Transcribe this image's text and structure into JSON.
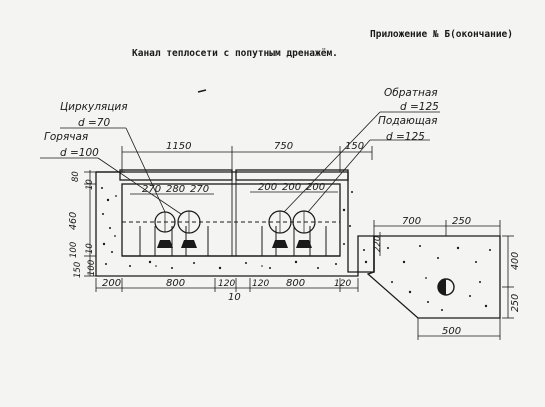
{
  "header": {
    "appendix": "Приложение № Б(окончание)",
    "title": "Канал теплосети с попутным дренажём."
  },
  "labels": {
    "circulation": "Циркуляция",
    "circulation_d": "d =70",
    "hot": "Горячая",
    "hot_d": "d =100",
    "return": "Обратная",
    "return_d": "d =125",
    "supply": "Подающая",
    "supply_d": "d =125"
  },
  "dims": {
    "top_1150": "1150",
    "top_750": "750",
    "top_150": "150",
    "p270a": "270",
    "p280": "280",
    "p270b": "270",
    "p200a": "200",
    "p200b": "200",
    "p200c": "200",
    "left_80": "80",
    "left_10a": "10",
    "left_460": "460",
    "left_100": "100",
    "left_10b": "10",
    "left_150": "150",
    "left_100b": "100",
    "b_200": "200",
    "b_800a": "800",
    "b_120a": "120",
    "b_120b": "120",
    "b_800b": "800",
    "b_120c": "120",
    "b_10": "10",
    "r_700": "700",
    "r_250": "250",
    "r_220": "220",
    "r_400": "400",
    "r_250b": "250",
    "r_500": "500"
  },
  "colors": {
    "ink": "#1a1a1a",
    "paper": "#f4f4f2"
  }
}
